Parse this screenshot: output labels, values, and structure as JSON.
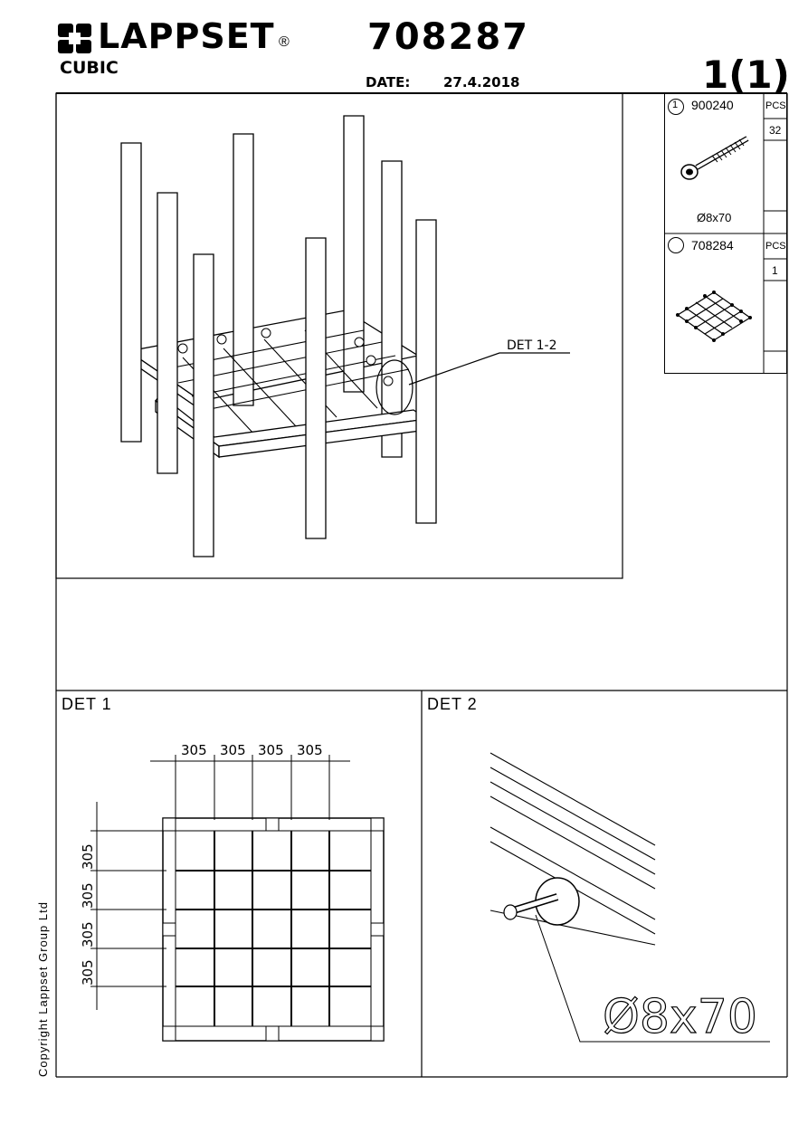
{
  "header": {
    "brand": "LAPPSET",
    "registered": "®",
    "product": "CUBIC",
    "code": "708287",
    "date_label": "DATE:",
    "date_value": "27.4.2018",
    "sheet": "1(1)"
  },
  "parts": [
    {
      "index": "1",
      "number": "900240",
      "pcs_label": "PCS",
      "qty": "32",
      "caption": "Ø8x70",
      "icon": "screw-icon"
    },
    {
      "index": "",
      "number": "708284",
      "pcs_label": "PCS",
      "qty": "1",
      "caption": "",
      "icon": "net-icon"
    }
  ],
  "drawing": {
    "callout": "DET 1-2"
  },
  "det1": {
    "title": "DET 1",
    "dims_h": [
      "305",
      "305",
      "305",
      "305"
    ],
    "dims_v": [
      "305",
      "305",
      "305",
      "305"
    ]
  },
  "det2": {
    "title": "DET 2",
    "label": "Ø8x70"
  },
  "copyright": "Copyright Lappset Group Ltd"
}
